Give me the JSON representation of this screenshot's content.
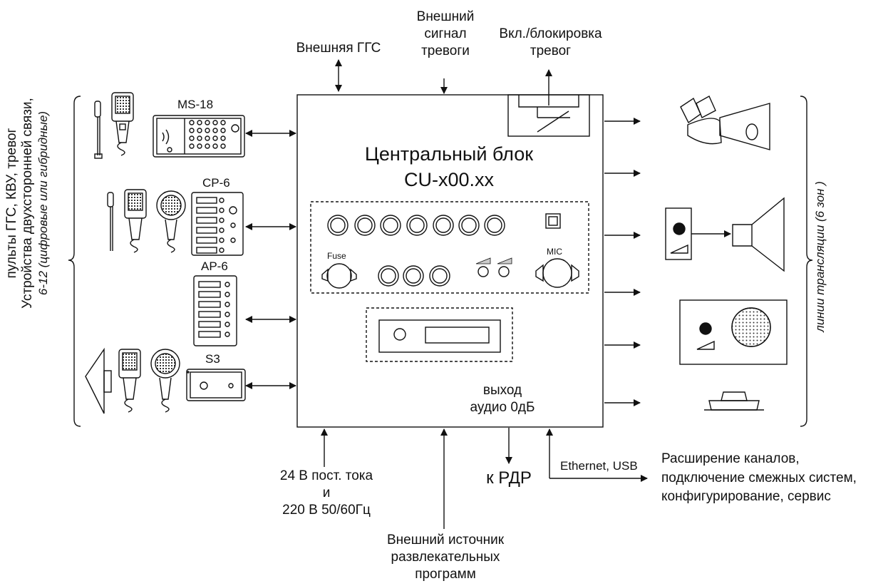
{
  "top": {
    "external_pa": "Внешняя ГГС",
    "external_alarm": [
      "Внешний",
      "сигнал",
      "тревоги"
    ],
    "alarm_enable": [
      "Вкл./блокировка",
      "тревог"
    ]
  },
  "central": {
    "title_line1": "Центральный блок",
    "title_line2": "CU-x00.xx",
    "fuse_label": "Fuse",
    "mic_label": "MIC",
    "audio_out": [
      "выход",
      "аудио 0дБ"
    ]
  },
  "devices": {
    "ms18": "MS-18",
    "cp6": "CP-6",
    "ap6": "AP-6",
    "s3": "S3"
  },
  "left_group": {
    "line1": "пульты ГГС, КВУ, тревог",
    "line2": "Устройства двухсторонней связи,",
    "line3": "6-12 (цифровые или гибридные)"
  },
  "right_group": {
    "label": "линии трансляции (6 зон )"
  },
  "bottom": {
    "power": [
      "24 В пост. тока",
      "и",
      "220 В 50/60Гц"
    ],
    "entertainment": [
      "Внешний источник",
      "развлекательных",
      "программ"
    ],
    "to_rdr": "к РДР",
    "ethernet": "Ethernet, USB",
    "expansion": [
      "Расширение каналов,",
      "подключение смежных систем,",
      "конфигурирование, сервис"
    ]
  }
}
